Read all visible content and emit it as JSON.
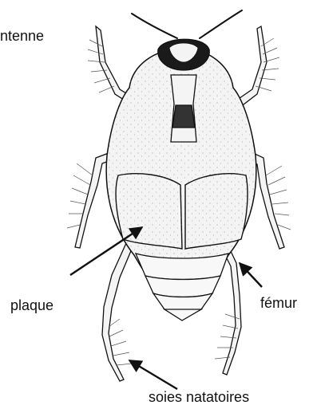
{
  "labels": {
    "antenna": "ntenne",
    "plate": "plaque",
    "femur": "fémur",
    "swim_bristles": "soies natatoires"
  },
  "colors": {
    "ink": "#111111",
    "body_fill": "#f4f4f4",
    "dark_fill": "#1a1a1a",
    "background": "#ffffff"
  }
}
